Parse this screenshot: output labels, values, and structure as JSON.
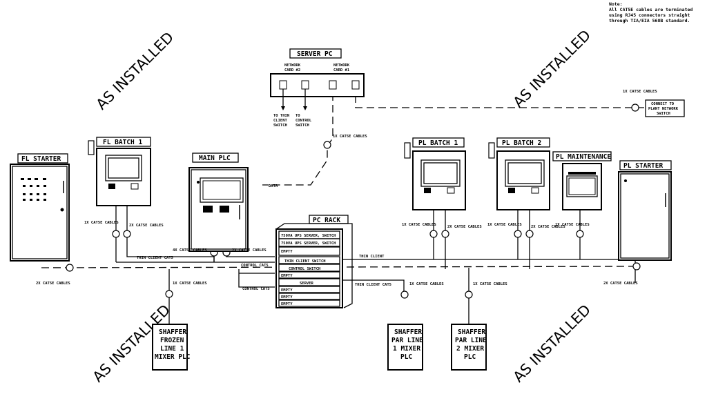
{
  "note": {
    "lines": [
      "Note:",
      "All CAT5E cables are terminated",
      "using RJ45 connectors straight",
      "through TIA/EIA 568B standard."
    ]
  },
  "stamps": {
    "as_installed": "AS INSTALLED"
  },
  "server_pc": {
    "title": "SERVER PC",
    "card2": [
      "NETWORK",
      "CARD #2"
    ],
    "card1": [
      "NETWORK",
      "CARD #1"
    ],
    "to_thin_client": [
      "TO THIN",
      "CLIENT",
      "SWITCH"
    ],
    "to_control": [
      "TO",
      "CONTROL",
      "SWITCH"
    ]
  },
  "plant_network": [
    "CONNECT TO",
    "PLANT NETWORK",
    "SWITCH"
  ],
  "panels": {
    "fl_starter": "FL STARTER",
    "fl_batch1": "FL BATCH 1",
    "main_plc": "MAIN PLC",
    "pl_batch1": "PL BATCH 1",
    "pl_batch2": "PL BATCH 2",
    "pl_maintenance": "PL MAINTENANCE",
    "pl_starter": "PL STARTER"
  },
  "pc_rack": {
    "title": "PC RACK",
    "slots": [
      "750VA UPS   SERVER, SWITCH",
      "750VA UPS   SERVER, SWITCH",
      "EMPTY",
      "THIN CLIENT SWITCH",
      "CONTROL SWITCH",
      "EMPTY",
      "SERVER",
      "EMPTY",
      "EMPTY",
      "EMPTY"
    ]
  },
  "mixers": {
    "shaffer_frozen": [
      "SHAFFER",
      "FROZEN",
      "LINE 1",
      "MIXER PLC"
    ],
    "par_line1": [
      "SHAFFER",
      "PAR LINE",
      "1 MIXER",
      "PLC"
    ],
    "par_line2": [
      "SHAFFER",
      "PAR LINE",
      "2 MIXER",
      "PLC"
    ]
  },
  "cables": {
    "c1x": "1X CAT5E CABLES",
    "c2x": "2X CAT5E CABLES",
    "c4x": "4X CAT5E CABLES",
    "thin_client_cat5": "THIN CLIENT CAT5",
    "control_cat5": "CONTROL CAT5",
    "thin_client": "THIN CLIENT",
    "data": "DATA"
  }
}
